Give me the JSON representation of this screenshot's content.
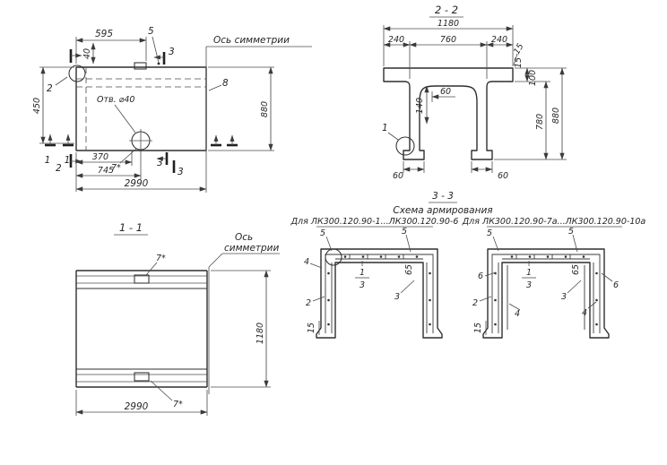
{
  "plan": {
    "axis_label": "Ось симметрии",
    "dim_595": "595",
    "callout_5": "5",
    "dim_40": "40",
    "cut2_top": "2",
    "cut2_bottom": "2",
    "cut3_top": "3",
    "cut3_bottom_a": "3",
    "cut3_bottom_b": "3",
    "cut1_a": "1",
    "cut1_b": "1",
    "callout_8": "8",
    "hole_label": "Отв. ⌀40",
    "dim_450": "450",
    "dim_880": "880",
    "dim_370": "370",
    "callout_7": "7*",
    "dim_745": "745",
    "dim_2990": "2990"
  },
  "section22": {
    "title": "2 - 2",
    "dim_1180": "1180",
    "dim_240_left": "240",
    "dim_760": "760",
    "dim_240_right": "240",
    "dim_15_top": "15",
    "dim_15_right": "15",
    "dim_100": "100",
    "dim_60_haunch": "60",
    "dim_140": "140",
    "dim_780": "780",
    "dim_880": "880",
    "callout_1": "1",
    "dim_60_left": "60",
    "dim_60_right": "60"
  },
  "section11": {
    "title": "1 - 1",
    "axis_line1": "Ось",
    "axis_line2": "симметрии",
    "callout_7_top": "7*",
    "callout_7_bottom": "7*",
    "dim_1180": "1180",
    "dim_2990": "2990"
  },
  "section33": {
    "title": "3 - 3",
    "subtitle": "Схема армирования",
    "left": {
      "caption": "Для ЛК300.120.90-1...ЛК300.120.90-6",
      "c5a": "5",
      "c5b": "5",
      "c4": "4",
      "c1": "1",
      "c3a": "3",
      "c3b": "3",
      "c2": "2",
      "c15": "15",
      "c65": "65"
    },
    "right": {
      "caption": "Для ЛК300.120.90-7а...ЛК300.120.90-10а",
      "c5a": "5",
      "c5b": "5",
      "c6_left": "6",
      "c1": "1",
      "c3a": "3",
      "c3b": "3",
      "c2": "2",
      "c6_right": "6",
      "c4a": "4",
      "c4b": "4",
      "c15": "15",
      "c65": "65"
    }
  }
}
